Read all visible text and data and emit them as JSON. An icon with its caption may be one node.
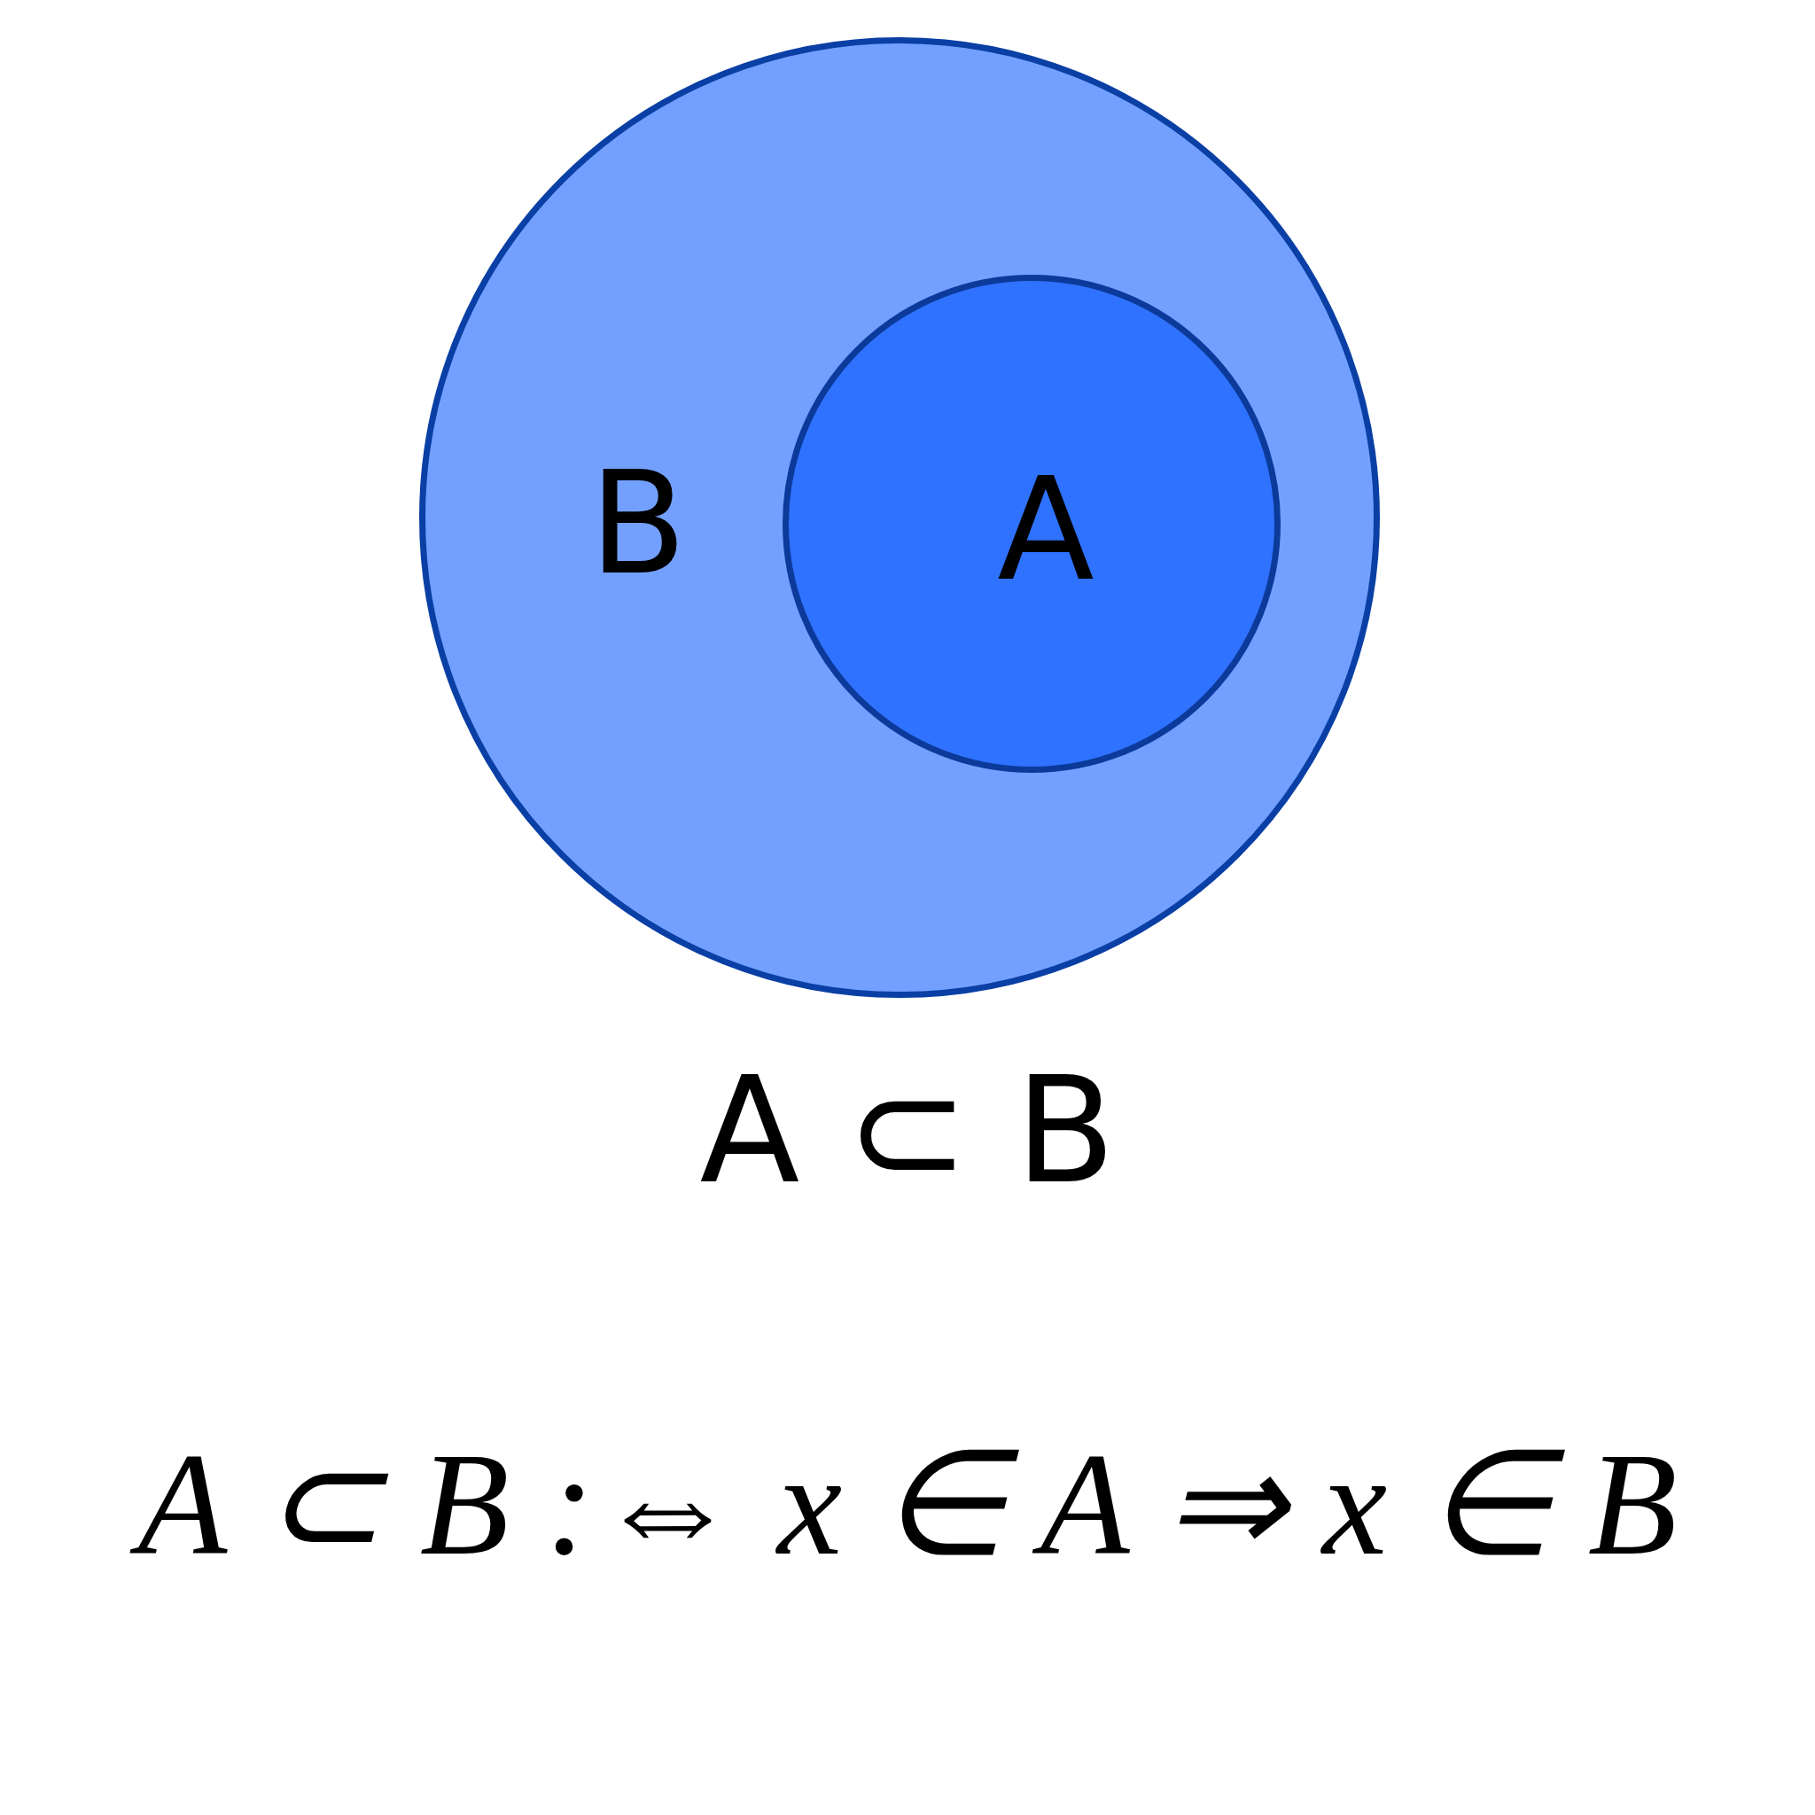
{
  "diagram": {
    "nodes": [
      {
        "text": [
          "B"
        ]
      },
      {
        "text": [
          "A"
        ],
        "in": 0
      }
    ],
    "labels": [
      "A ⊂ B",
      "A ⊂ B :⇔ x ∈ A ⇒ x ∈ B"
    ]
  }
}
